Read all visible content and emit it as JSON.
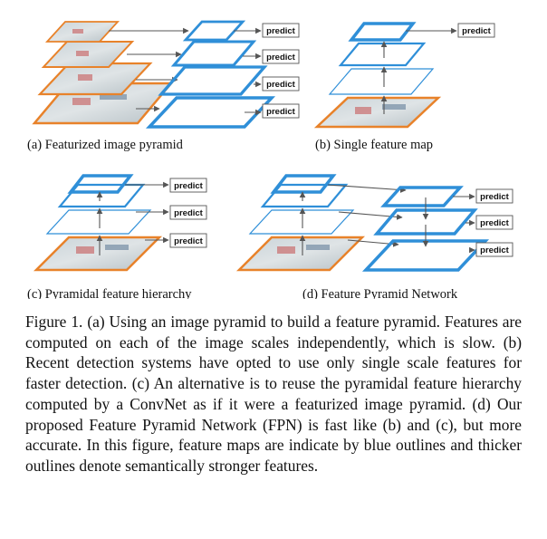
{
  "colors": {
    "feature_map": "#2f8fd8",
    "image_outline": "#e8822a",
    "arrow": "#555555"
  },
  "icons": [
    "predict-box",
    "arrow-icon",
    "image-scene",
    "feature-map"
  ],
  "panels": [
    {
      "caption": "(a) Featurized image pyramid",
      "predict_labels": [
        "predict",
        "predict",
        "predict",
        "predict"
      ]
    },
    {
      "caption": "(b) Single feature map",
      "predict_labels": [
        "predict"
      ]
    },
    {
      "caption": "(c) Pyramidal feature hierarchy",
      "predict_labels": [
        "predict",
        "predict",
        "predict"
      ]
    },
    {
      "caption": "(d) Feature Pyramid Network",
      "predict_labels": [
        "predict",
        "predict",
        "predict"
      ]
    }
  ],
  "figure_caption": "Figure 1. (a) Using an image pyramid to build a feature pyramid. Features are computed on each of the image scales independently, which is slow. (b) Recent detection systems have opted to use only single scale features for faster detection. (c) An alternative is to reuse the pyramidal feature hierarchy computed by a ConvNet as if it were a featurized image pyramid. (d) Our proposed Feature Pyramid Network (FPN) is fast like (b) and (c), but more accurate. In this figure, feature maps are indicate by blue outlines and thicker outlines denote semantically stronger features."
}
